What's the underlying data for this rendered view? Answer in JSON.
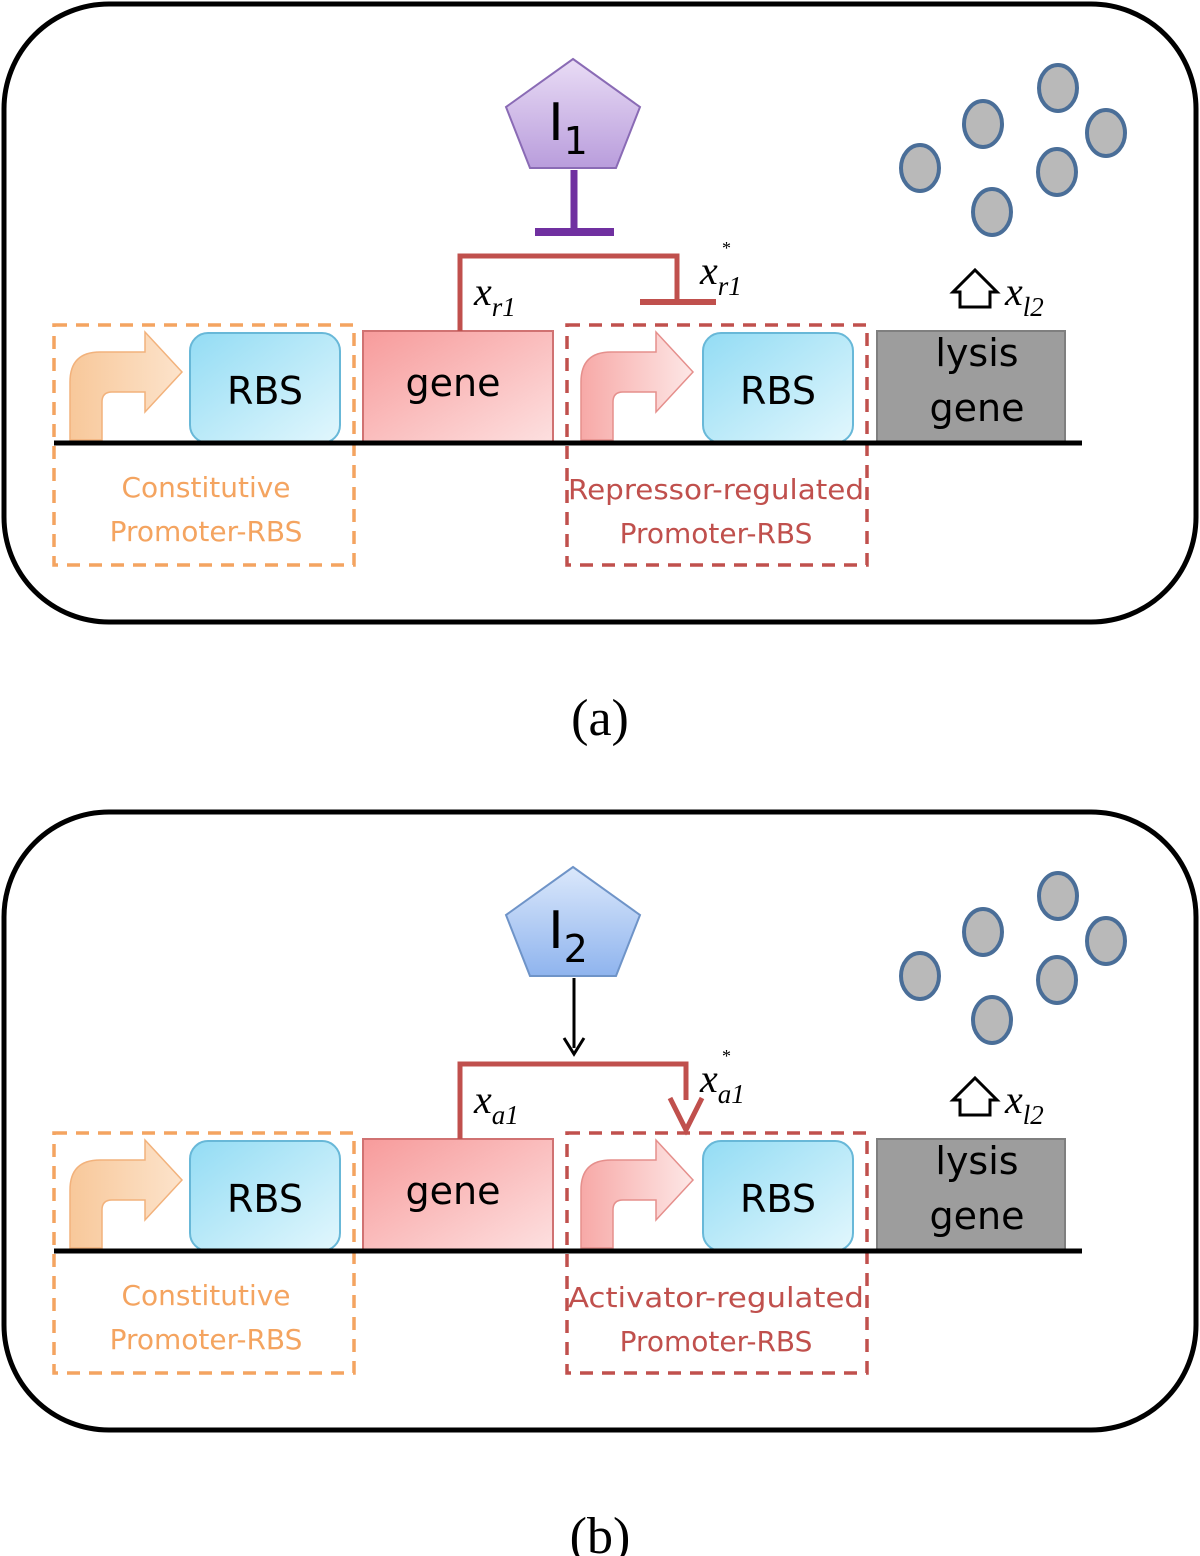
{
  "panels": [
    {
      "caption": "(a)",
      "inducer": {
        "letter": "I",
        "subscript": "1",
        "fill_top": "#e9dcf5",
        "fill_bottom": "#b99ddc",
        "stroke": "#8a6bb5",
        "link_color": "#7030a0",
        "link_type": "inhibition"
      },
      "regulation_color": "#c0504d",
      "regulation_end": "repression-bar",
      "left_variable": {
        "base": "x",
        "sub": "r1"
      },
      "right_variable": {
        "base": "x",
        "sub": "r1",
        "sup": "*"
      },
      "lysis_variable": {
        "base": "x",
        "sub": "l2"
      },
      "constitutive_promoter": {
        "label_lines": [
          "Constitutive",
          "Promoter-RBS"
        ],
        "color": "#f4a460",
        "rbs_label": "RBS"
      },
      "gene_label": "gene",
      "regulated_promoter": {
        "label_lines": [
          "Repressor-regulated",
          "Promoter-RBS"
        ],
        "color": "#c0504d",
        "rbs_label": "RBS"
      },
      "lysis_gene_lines": [
        "lysis",
        "gene"
      ]
    },
    {
      "caption": "(b)",
      "inducer": {
        "letter": "I",
        "subscript": "2",
        "fill_top": "#dbe8fb",
        "fill_bottom": "#8fb4ee",
        "stroke": "#6f94c8",
        "link_color": "#000000",
        "link_type": "activation"
      },
      "regulation_color": "#c0504d",
      "regulation_end": "activation-arrow",
      "left_variable": {
        "base": "x",
        "sub": "a1"
      },
      "right_variable": {
        "base": "x",
        "sub": "a1",
        "sup": "*"
      },
      "lysis_variable": {
        "base": "x",
        "sub": "l2"
      },
      "constitutive_promoter": {
        "label_lines": [
          "Constitutive",
          "Promoter-RBS"
        ],
        "color": "#f4a460",
        "rbs_label": "RBS"
      },
      "gene_label": "gene",
      "regulated_promoter": {
        "label_lines": [
          "Activator-regulated",
          "Promoter-RBS"
        ],
        "color": "#c0504d",
        "rbs_label": "RBS"
      },
      "lysis_gene_lines": [
        "lysis",
        "gene"
      ]
    }
  ],
  "colors": {
    "cell_border": "#000000",
    "dna_line": "#000000",
    "gene_fill_top": "#f79b9b",
    "gene_fill_bottom": "#fde0e0",
    "gene_stroke": "#d07272",
    "rbs_fill_top": "#93dcf4",
    "rbs_fill_bottom": "#e2f7fd",
    "rbs_stroke": "#68b8d8",
    "lysis_fill": "#9d9d9d",
    "lysis_stroke": "#7f7f7f",
    "particle_fill": "#b9b9b9",
    "particle_stroke": "#4a6e98",
    "constitutive_arrow_top": "#f8c89a",
    "constitutive_arrow_bottom": "#fce3cb",
    "regulated_arrow_top": "#f7a9a7",
    "regulated_arrow_bottom": "#fde7e6",
    "caption": "#000000"
  }
}
